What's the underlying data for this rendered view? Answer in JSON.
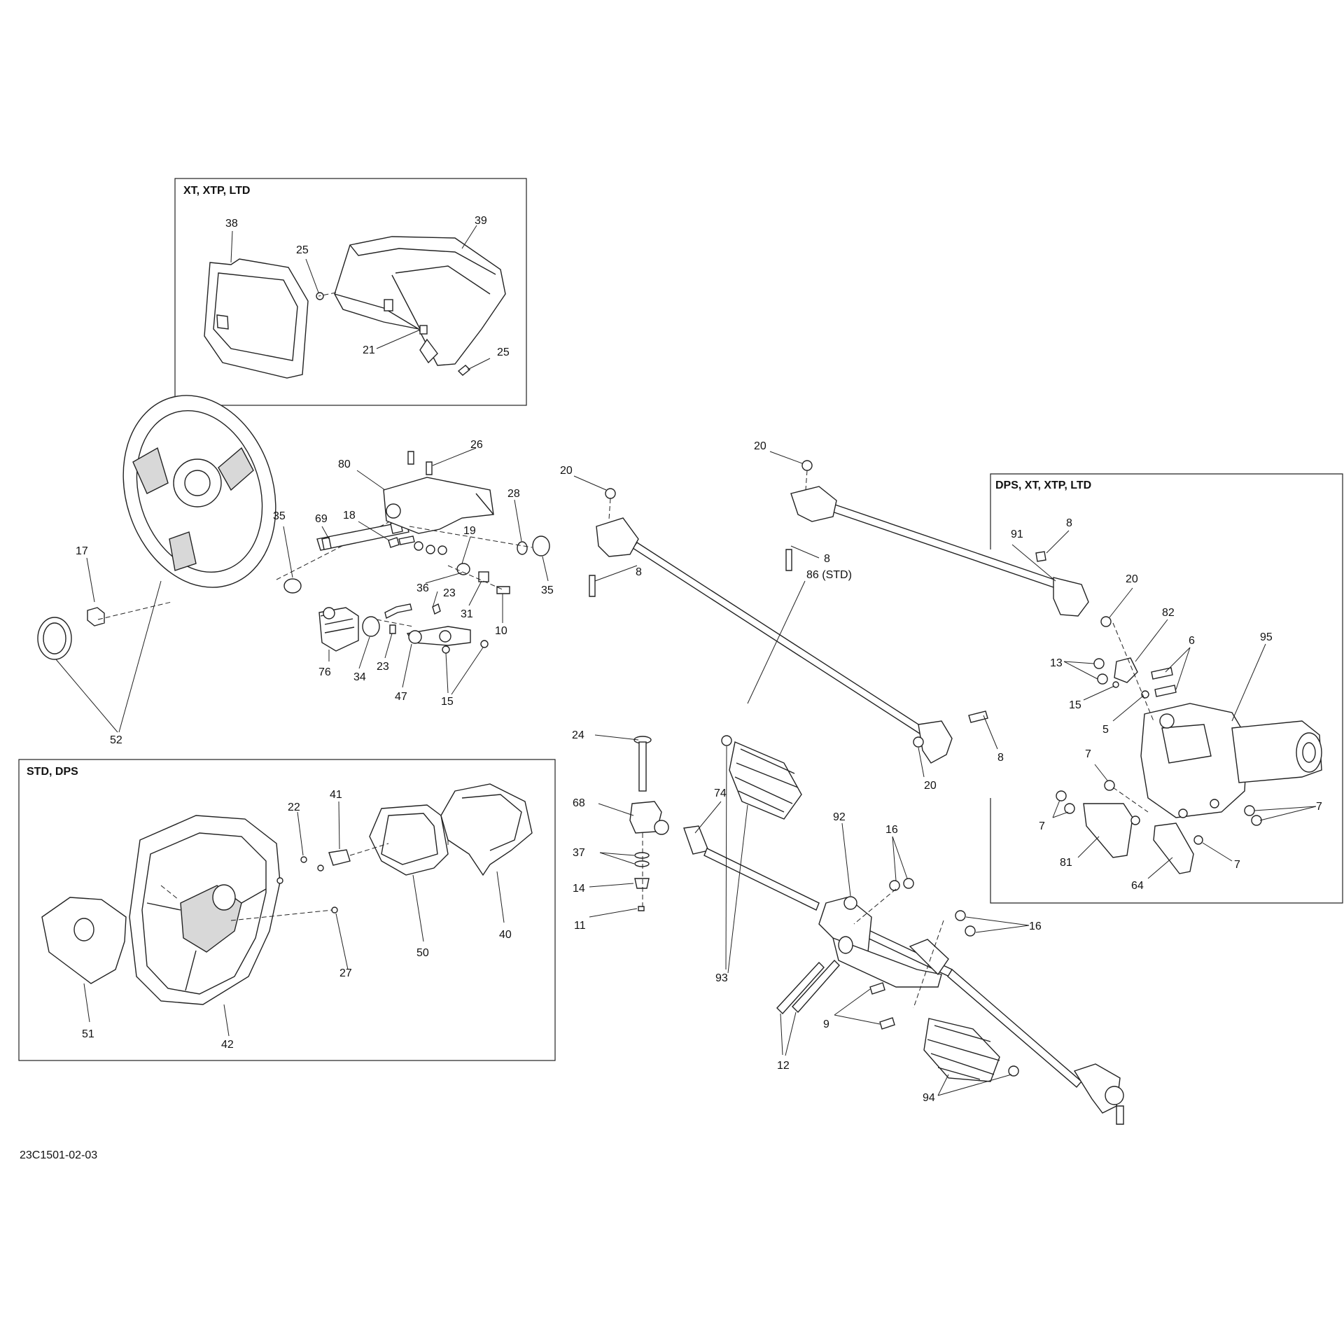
{
  "drawing_number": "23C1501-02-03",
  "boxes": {
    "xt_xtp_ltd": "XT, XTP, LTD",
    "std_dps": "STD, DPS",
    "dps_xt_xtp_ltd": "DPS, XT, XTP, LTD"
  },
  "callouts": {
    "c38": "38",
    "c25a": "25",
    "c39": "39",
    "c21": "21",
    "c25b": "25",
    "c26": "26",
    "c80": "80",
    "c18": "18",
    "c69": "69",
    "c35a": "35",
    "c17": "17",
    "c28": "28",
    "c19": "19",
    "c35b": "35",
    "c36": "36",
    "c23a": "23",
    "c31": "31",
    "c10": "10",
    "c76": "76",
    "c34": "34",
    "c23b": "23",
    "c47": "47",
    "c15a": "15",
    "c52": "52",
    "c20a": "20",
    "c20b": "20",
    "c8a": "8",
    "c8b": "8",
    "c86": "86 (STD)",
    "c91": "91",
    "c8c": "8",
    "c20c": "20",
    "c82": "82",
    "c6": "6",
    "c95": "95",
    "c13": "13",
    "c15b": "15",
    "c5": "5",
    "c8d": "8",
    "c20d": "20",
    "c24": "24",
    "c68": "68",
    "c74": "74",
    "c37": "37",
    "c14": "14",
    "c11": "11",
    "c92": "92",
    "c16a": "16",
    "c16b": "16",
    "c93": "93",
    "c9": "9",
    "c12": "12",
    "c94": "94",
    "c7a": "7",
    "c7b": "7",
    "c7c": "7",
    "c7d": "7",
    "c81": "81",
    "c64": "64",
    "c22": "22",
    "c41": "41",
    "c27": "27",
    "c50": "50",
    "c40": "40",
    "c51": "51",
    "c42": "42"
  }
}
